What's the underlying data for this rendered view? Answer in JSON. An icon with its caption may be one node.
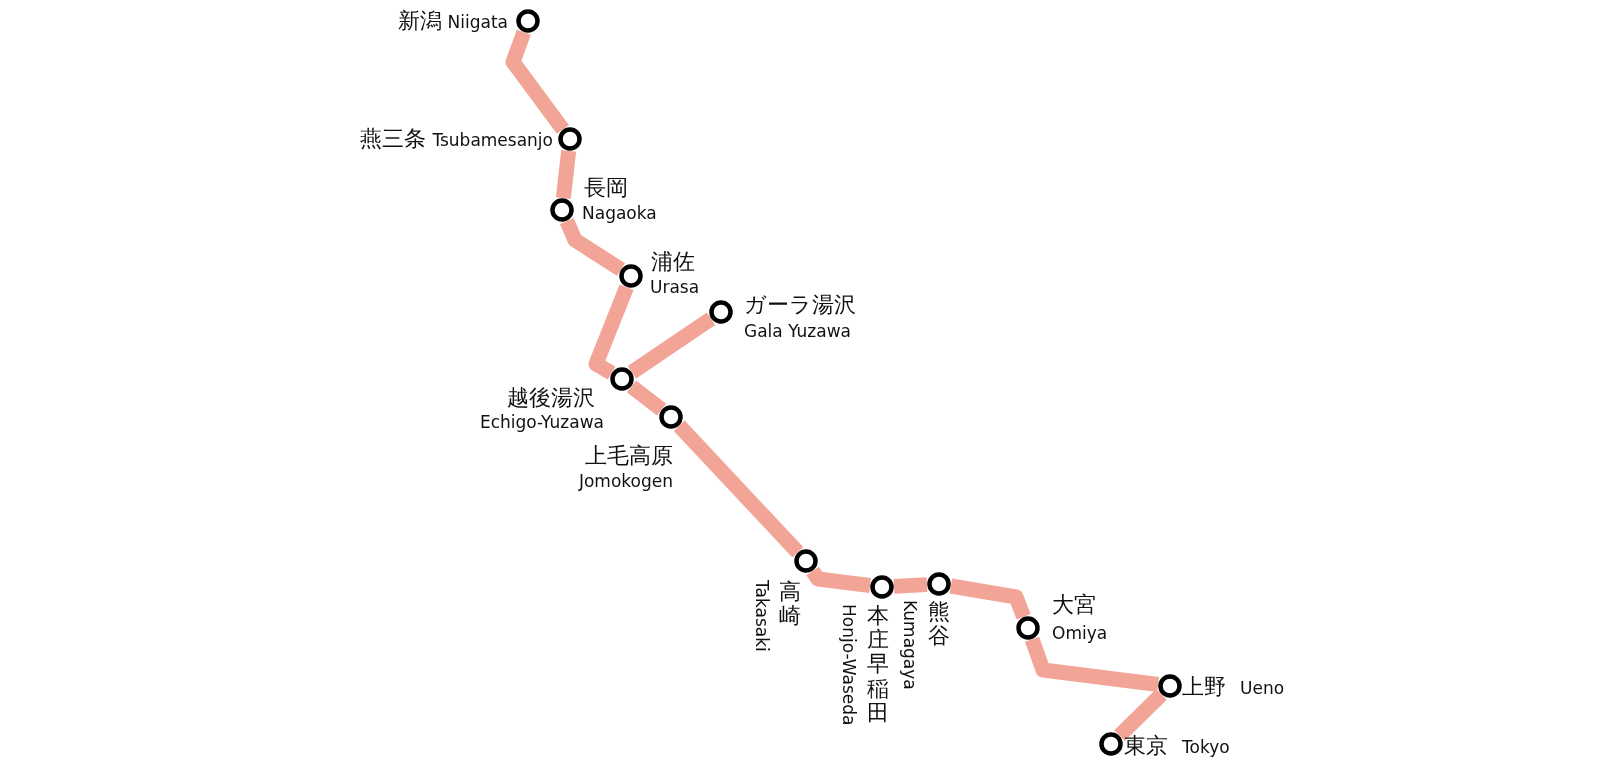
{
  "diagram": {
    "nodes": [
      {
        "text": [],
        "shape": "circle",
        "beside": [
          "新潟",
          "Niigata"
        ]
      },
      {
        "text": [],
        "shape": "circle",
        "beside": [
          "燕三条",
          "Tsubamesanjo"
        ]
      },
      {
        "text": [],
        "shape": "circle",
        "beside": [
          "長岡",
          "Nagaoka"
        ]
      },
      {
        "text": [],
        "shape": "circle",
        "beside": [
          "浦佐",
          "Urasa"
        ]
      },
      {
        "text": [],
        "shape": "circle",
        "beside": [
          "ガーラ湯沢",
          "Gala Yuzawa"
        ]
      },
      {
        "text": [],
        "shape": "circle",
        "beside": [
          "越後湯沢",
          "Echigo-Yuzawa"
        ]
      },
      {
        "text": [],
        "shape": "circle",
        "beside": [
          "上毛高原",
          "Jomokogen"
        ]
      },
      {
        "text": [],
        "shape": "circle",
        "beside": [
          "高崎",
          "Takasaki"
        ]
      },
      {
        "text": [],
        "shape": "circle",
        "beside": [
          "本庄早稲田",
          "Honjo-Waseda"
        ]
      },
      {
        "text": [],
        "shape": "circle",
        "beside": [
          "熊谷",
          "Kumagaya"
        ]
      },
      {
        "text": [],
        "shape": "circle",
        "beside": [
          "大宮",
          "Omiya"
        ]
      },
      {
        "text": [],
        "shape": "circle",
        "beside": [
          "上野",
          "Ueno"
        ]
      },
      {
        "text": [],
        "shape": "circle",
        "beside": [
          "東京",
          "Tokyo"
        ]
      }
    ],
    "edges": [
      {
        "from": 0,
        "to": 1,
        "arrow": "none"
      },
      {
        "from": 1,
        "to": 2,
        "arrow": "none"
      },
      {
        "from": 2,
        "to": 3,
        "arrow": "none"
      },
      {
        "from": 3,
        "to": 5,
        "arrow": "none"
      },
      {
        "from": 5,
        "to": 4,
        "arrow": "none"
      },
      {
        "from": 5,
        "to": 6,
        "arrow": "none"
      },
      {
        "from": 6,
        "to": 7,
        "arrow": "none"
      },
      {
        "from": 7,
        "to": 8,
        "arrow": "none"
      },
      {
        "from": 8,
        "to": 9,
        "arrow": "none"
      },
      {
        "from": 9,
        "to": 10,
        "arrow": "none"
      },
      {
        "from": 10,
        "to": 11,
        "arrow": "none"
      },
      {
        "from": 11,
        "to": 12,
        "arrow": "none"
      }
    ]
  }
}
